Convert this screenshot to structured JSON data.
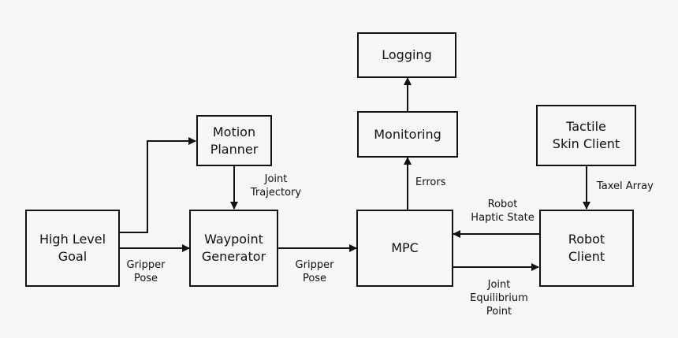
{
  "nodes": {
    "high_level_goal": "High Level\nGoal",
    "motion_planner": "Motion\nPlanner",
    "waypoint_generator": "Waypoint\nGenerator",
    "mpc": "MPC",
    "monitoring": "Monitoring",
    "logging": "Logging",
    "tactile_skin_client": "Tactile\nSkin Client",
    "robot_client": "Robot\nClient"
  },
  "edge_labels": {
    "gripper_pose_1": "Gripper\nPose",
    "joint_trajectory": "Joint\nTrajectory",
    "gripper_pose_2": "Gripper\nPose",
    "errors": "Errors",
    "taxel_array": "Taxel Array",
    "robot_haptic_state": "Robot\nHaptic State",
    "joint_equilibrium_point": "Joint\nEquilibrium\nPoint"
  },
  "colors": {
    "line": "#111111",
    "background": "#f6f6f6"
  }
}
